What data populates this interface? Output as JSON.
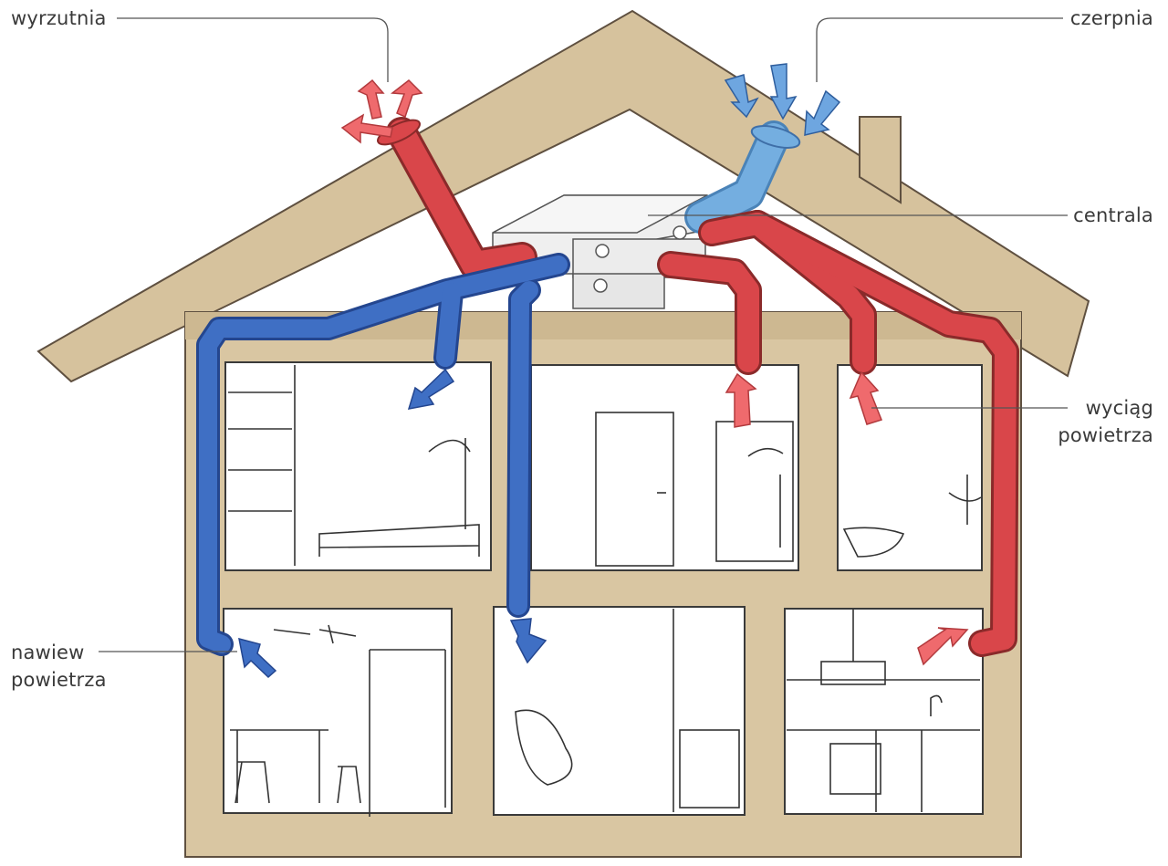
{
  "labels": {
    "exhaust_outlet": "wyrzutnia",
    "intake": "czerpnia",
    "unit": "centrala",
    "extract_line1": "wyciąg",
    "extract_line2": "powietrza",
    "supply_line1": "nawiew",
    "supply_line2": "powietrza"
  },
  "colors": {
    "wall": "#d8c4a0",
    "wall_edge": "#6b5a43",
    "supply_duct": "#3f6fc4",
    "extract_duct": "#d9464a",
    "intake_duct": "#74aee0",
    "room": "#ffffff"
  }
}
